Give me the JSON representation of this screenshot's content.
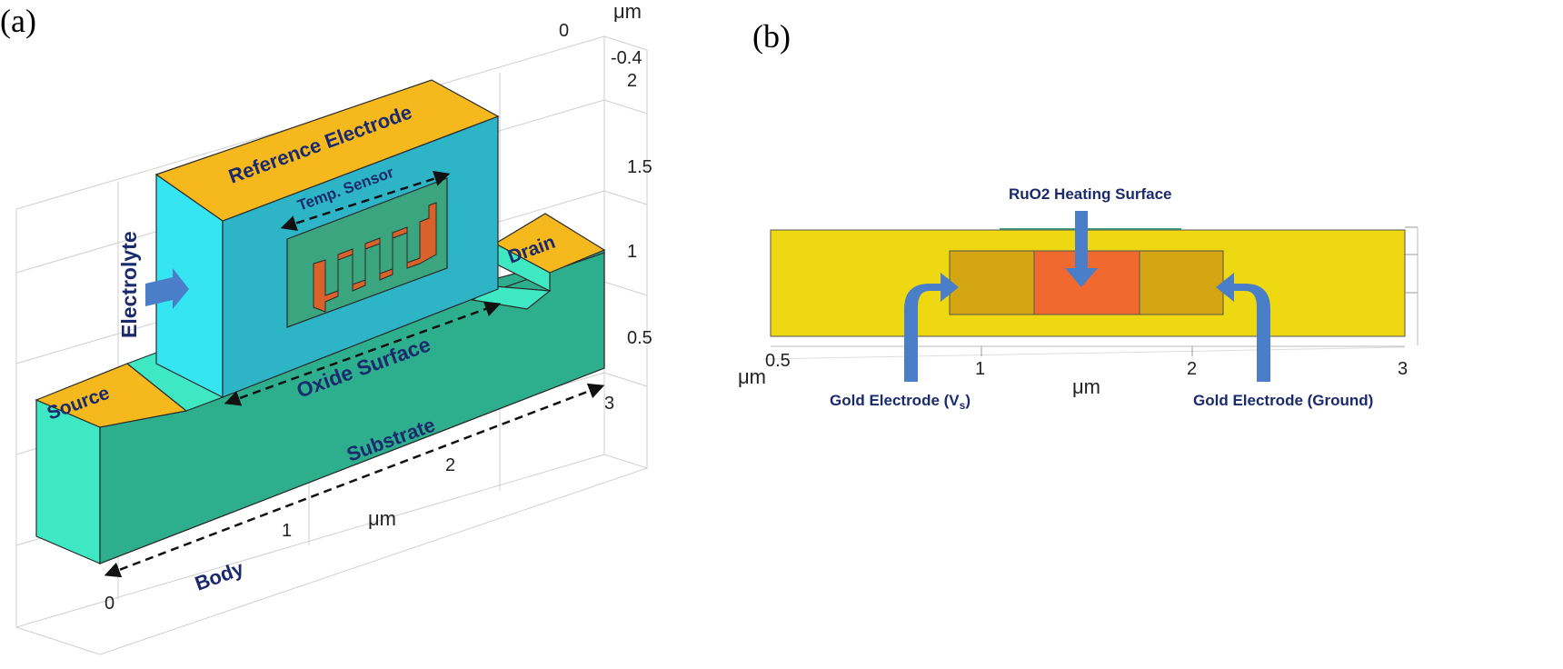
{
  "panels": {
    "a": {
      "label": "(a)",
      "unit": "μm",
      "axis_x_ticks": [
        "0",
        "1",
        "2",
        "3"
      ],
      "axis_z_ticks": [
        "0.5",
        "1",
        "1.5",
        "2"
      ],
      "axis_y_ticks": [
        "0",
        "-0.4"
      ],
      "labels": {
        "reference_electrode": "Reference Electrode",
        "temp_sensor": "Temp. Sensor",
        "electrolyte": "Electrolyte",
        "drain": "Drain",
        "source": "Source",
        "oxide_surface": "Oxide Surface",
        "substrate": "Substrate",
        "body": "Body"
      }
    },
    "b": {
      "label": "(b)",
      "unit": "μm",
      "axis_ticks": [
        "0.5",
        "1",
        "2",
        "3"
      ],
      "labels": {
        "ruo2": "RuO2 Heating Surface",
        "gold_vs_prefix": "Gold Electrode (V",
        "gold_vs_sub": "s",
        "gold_vs_suffix": ")",
        "gold_ground": "Gold Electrode (Ground)"
      }
    }
  },
  "colors": {
    "gold": "#f5b91e",
    "cyan_front": "#2db4c6",
    "cyan_side": "#35e6f2",
    "substrate_front": "#2daf8d",
    "substrate_side": "#3de8c3",
    "sensor_bg": "#3aa57f",
    "sensor_trace": "#d9622b",
    "yellow": "#eed811",
    "electrode": "#d4a614",
    "heater": "#f06a30",
    "arrow_blue": "#4a7ec9",
    "text_navy": "#1a2a6c"
  }
}
